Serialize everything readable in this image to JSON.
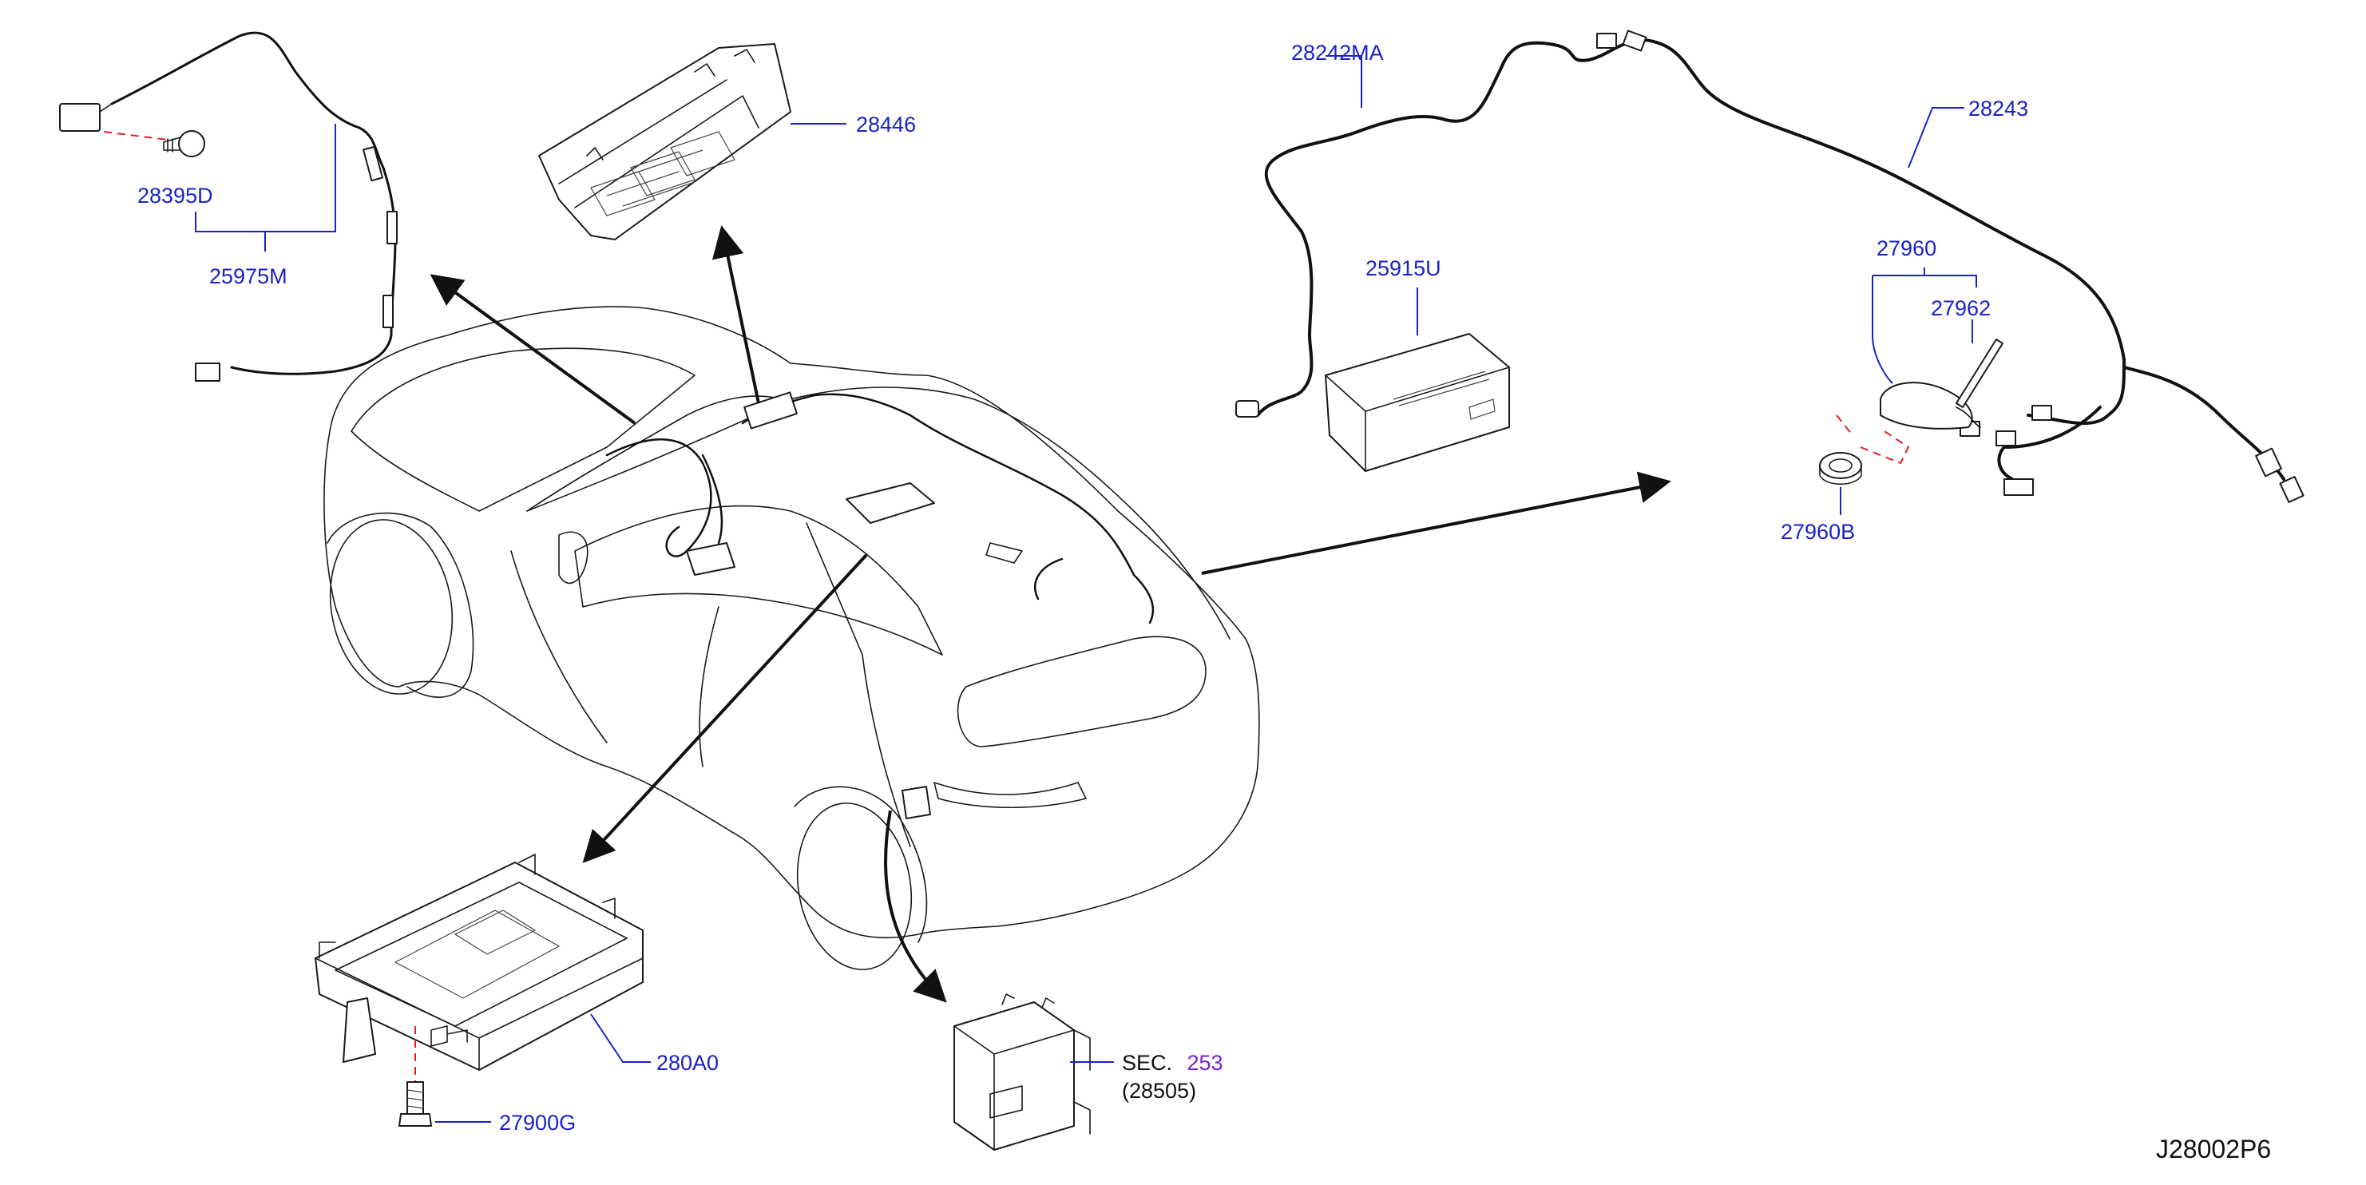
{
  "diagram": {
    "code": "J28002P6",
    "parts": {
      "p25975M": "25975M",
      "p28395D": "28395D",
      "p28446": "28446",
      "p28242MA": "28242MA",
      "p28243": "28243",
      "p25915U": "25915U",
      "p27960": "27960",
      "p27962": "27962",
      "p27960B": "27960B",
      "p280A0": "280A0",
      "p27900G": "27900G"
    },
    "section_ref": {
      "prefix": "SEC.",
      "number": "253",
      "subpart": "(28505)"
    },
    "colors": {
      "part_label": "#1a22c8",
      "section_link": "#7a22d6",
      "fastener_indicator": "#e02020",
      "line_art": "#111111"
    }
  }
}
